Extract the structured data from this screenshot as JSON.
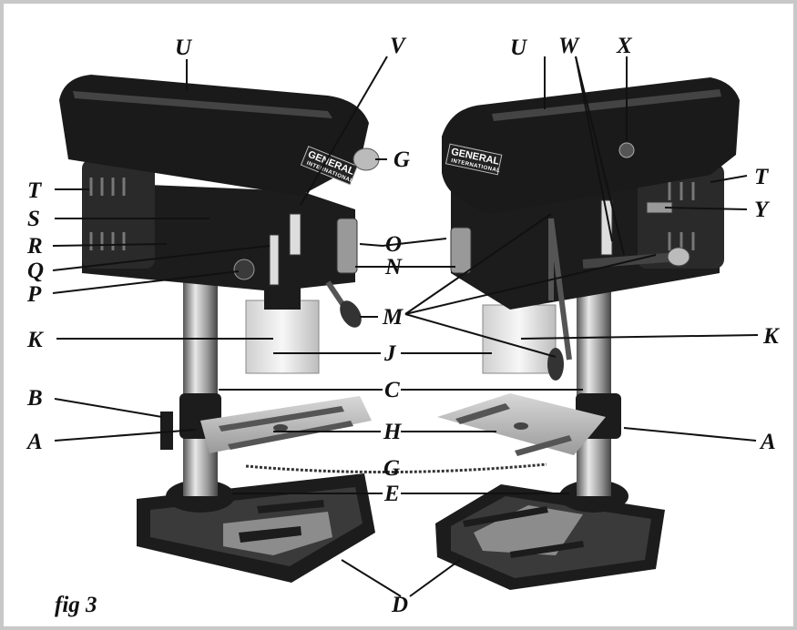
{
  "figure": {
    "caption": "fig 3"
  },
  "brand": {
    "name": "GENERAL",
    "sub": "INTERNATIONAL"
  },
  "labels": {
    "U": "U",
    "V": "V",
    "W": "W",
    "X": "X",
    "G": "G",
    "T": "T",
    "S": "S",
    "R": "R",
    "Q": "Q",
    "P": "P",
    "O": "O",
    "N": "N",
    "M": "M",
    "K": "K",
    "J": "J",
    "C": "C",
    "B": "B",
    "A": "A",
    "H": "H",
    "E": "E",
    "D": "D",
    "Y": "Y"
  },
  "colors": {
    "machine": "#1c1c1c",
    "metal": "#b9b9b9",
    "frame": "#c8c8c8"
  }
}
